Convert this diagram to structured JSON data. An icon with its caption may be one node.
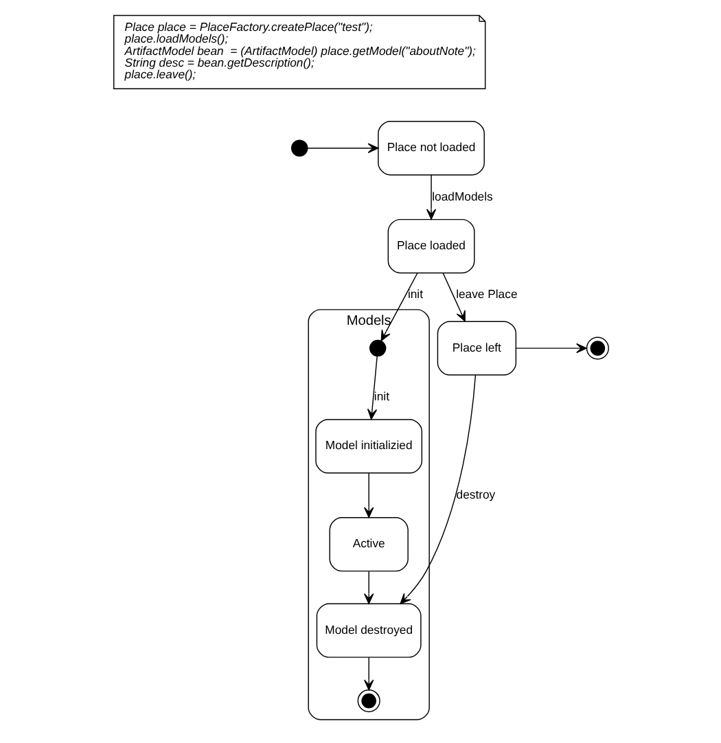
{
  "diagram": {
    "nodes": [
      {
        "text": [
          "Place place = PlaceFactory.createPlace(\"test\");",
          "place.loadModels();",
          "ArtifactModel bean  = (ArtifactModel) place.getModel(\"aboutNote\");",
          "String desc = bean.getDescription();",
          "place.leave();"
        ]
      },
      {
        "text": [],
        "shape": "circle"
      },
      {
        "text": [
          "Place not loaded"
        ]
      },
      {
        "text": [
          "Place loaded"
        ]
      },
      {
        "text": [
          "Place left"
        ]
      },
      {
        "text": [],
        "shape": "bullseye"
      },
      {
        "text": [
          "Models"
        ]
      },
      {
        "text": [],
        "shape": "circle",
        "in": 6
      },
      {
        "text": [
          "Model initializied"
        ],
        "in": 6
      },
      {
        "text": [
          "Active"
        ],
        "in": 6
      },
      {
        "text": [
          "Model destroyed"
        ],
        "in": 6
      },
      {
        "text": [],
        "shape": "bullseye",
        "in": 6
      }
    ],
    "edges": [
      {
        "from": 1,
        "to": 2,
        "arrow": "to"
      },
      {
        "from": 2,
        "to": 3,
        "label": "loadModels",
        "arrow": "to"
      },
      {
        "from": 3,
        "to": 7,
        "label": "init",
        "arrow": "to"
      },
      {
        "from": 7,
        "to": 8,
        "label": "init",
        "arrow": "to"
      },
      {
        "from": 8,
        "to": 9,
        "arrow": "to"
      },
      {
        "from": 9,
        "to": 10,
        "arrow": "to"
      },
      {
        "from": 3,
        "to": 4,
        "label": "leave Place",
        "arrow": "to"
      },
      {
        "from": 4,
        "to": 10,
        "label": "destroy",
        "arrow": "to"
      },
      {
        "from": 10,
        "to": 11,
        "arrow": "to"
      },
      {
        "from": 4,
        "to": 5,
        "arrow": "to"
      }
    ]
  }
}
